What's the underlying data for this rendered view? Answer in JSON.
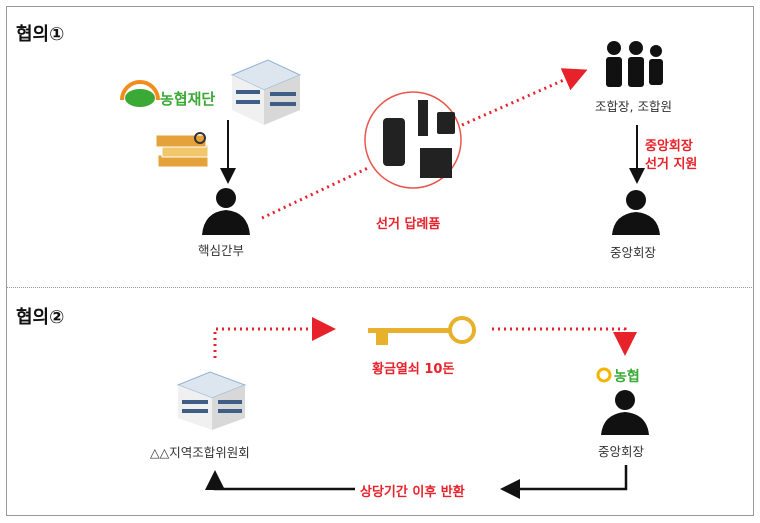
{
  "section1": {
    "title": "협의①",
    "foundation_logo": {
      "text": "농협재단",
      "color": "#3aa935"
    },
    "core_official": "핵심간부",
    "gift_label": "선거 답례품",
    "members_label": "조합장, 조합원",
    "support_label_line1": "중앙회장",
    "support_label_line2": "선거 지원",
    "chairman_label": "중앙회장"
  },
  "section2": {
    "title": "협의②",
    "key_label": "황금열쇠 10돈",
    "nh_logo": {
      "text": "농협",
      "color": "#3aa935",
      "symbol_color": "#f5b400"
    },
    "chairman_label": "중앙회장",
    "committee_label": "△△지역조합위원회",
    "return_label": "상당기간 이후 반환"
  },
  "colors": {
    "accent_red": "#e8222b",
    "arrow_black": "#111111"
  }
}
